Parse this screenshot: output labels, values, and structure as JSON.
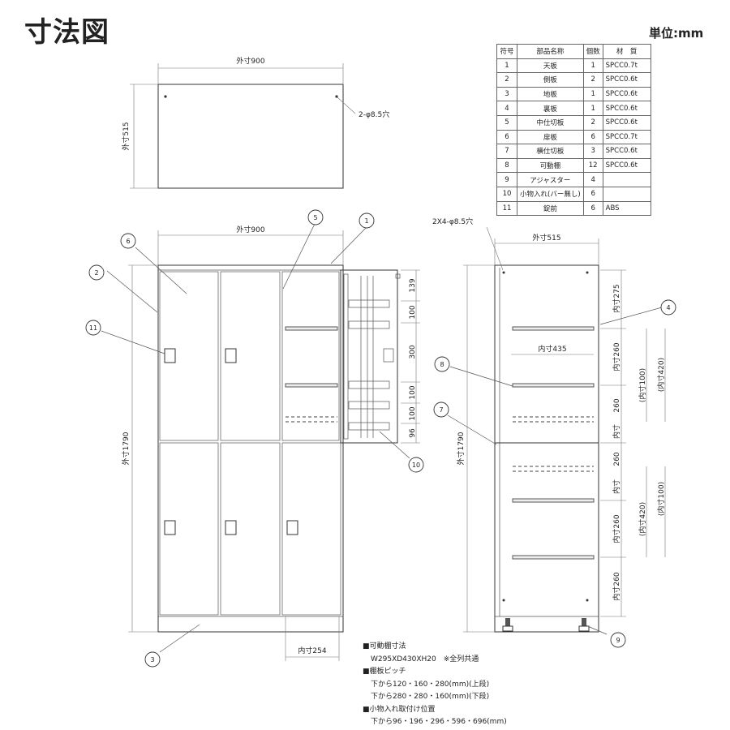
{
  "title": "寸法図",
  "unit": "単位:mm",
  "parts_table": {
    "headers": [
      "符号",
      "部品名称",
      "個数",
      "材　質"
    ],
    "rows": [
      [
        "1",
        "天板",
        "1",
        "SPCC0.7t"
      ],
      [
        "2",
        "側板",
        "2",
        "SPCC0.6t"
      ],
      [
        "3",
        "地板",
        "1",
        "SPCC0.6t"
      ],
      [
        "4",
        "裏板",
        "1",
        "SPCC0.6t"
      ],
      [
        "5",
        "中仕切板",
        "2",
        "SPCC0.6t"
      ],
      [
        "6",
        "扉板",
        "6",
        "SPCC0.7t"
      ],
      [
        "7",
        "横仕切板",
        "3",
        "SPCC0.6t"
      ],
      [
        "8",
        "可動棚",
        "12",
        "SPCC0.6t"
      ],
      [
        "9",
        "アジャスター",
        "4",
        ""
      ],
      [
        "10",
        "小物入れ(バー無し)",
        "6",
        ""
      ],
      [
        "11",
        "錠前",
        "6",
        "ABS"
      ]
    ]
  },
  "top_view": {
    "width_label": "外寸900",
    "depth_label": "外寸515",
    "hole_label": "2-φ8.5穴"
  },
  "front_view": {
    "width_label": "外寸900",
    "height_label": "外寸1790",
    "inner_width_label": "内寸254",
    "dims": [
      "139",
      "100",
      "300",
      "100",
      "100",
      "96"
    ]
  },
  "side_view": {
    "hole_label": "2X4-φ8.5穴",
    "width_label": "外寸515",
    "height_label": "外寸1790",
    "inner_depth_label": "内寸435",
    "dims": [
      "内寸275",
      "内寸260",
      "260",
      "内寸",
      "260",
      "内寸",
      "内寸260",
      "内寸260"
    ],
    "bracket_dims": [
      "(内寸420)",
      "(内寸100)",
      "(内寸420)",
      "(内寸100)"
    ]
  },
  "callouts": [
    "1",
    "2",
    "3",
    "4",
    "5",
    "6",
    "7",
    "8",
    "9",
    "10",
    "11"
  ],
  "notes": [
    "■可動棚寸法",
    "W295XD430XH20　※全列共通",
    "■棚板ピッチ",
    "下から120・160・280(mm)(上段)",
    "下から280・280・160(mm)(下段)",
    "■小物入れ取付け位置",
    "下から96・196・296・596・696(mm)"
  ]
}
